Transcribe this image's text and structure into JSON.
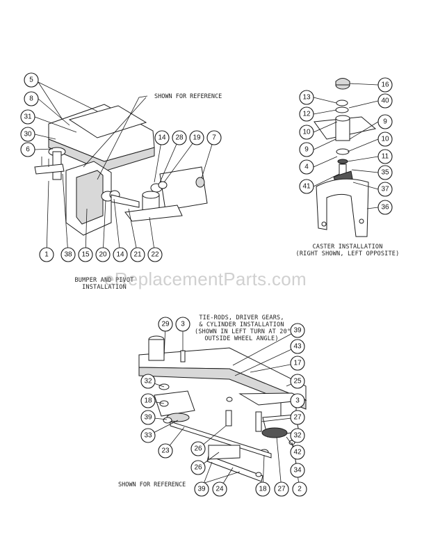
{
  "captions": {
    "bumper": "BUMPER AND PIVOT\nINSTALLATION",
    "caster": "CASTER INSTALLATION\n(RIGHT SHOWN, LEFT OPPOSITE)",
    "tierods": "TIE-RODS, DRIVER GEARS,\n& CYLINDER INSTALLATION\n(SHOWN IN LEFT TURN AT 20°\nOUTSIDE WHEEL ANGLE)",
    "ref_top": "SHOWN FOR REFERENCE",
    "ref_bottom": "SHOWN FOR REFERENCE"
  },
  "watermark": "eReplacementParts.com",
  "balloons": {
    "b5": "5",
    "b8": "8",
    "b31": "31",
    "b30": "30",
    "b6": "6",
    "b14a": "14",
    "b28": "28",
    "b19": "19",
    "b7": "7",
    "b1": "1",
    "b38": "38",
    "b15": "15",
    "b20": "20",
    "b14b": "14",
    "b21": "21",
    "b22": "22",
    "b16": "16",
    "b13": "13",
    "b40": "40",
    "b12": "12",
    "b10a": "10",
    "b9a": "9",
    "b9b": "9",
    "b10b": "10",
    "b4": "4",
    "b11": "11",
    "b41": "41",
    "b35": "35",
    "b37": "37",
    "b36": "36",
    "b29": "29",
    "b3a": "3",
    "b39a": "39",
    "b43": "43",
    "b17": "17",
    "b25": "25",
    "b32a": "32",
    "b18a": "18",
    "b39b": "39",
    "b33": "33",
    "b23": "23",
    "b3b": "3",
    "b27a": "27",
    "b32b": "32",
    "b26a": "26",
    "b26b": "26",
    "b42": "42",
    "b34": "34",
    "b39c": "39",
    "b24": "24",
    "b18b": "18",
    "b27b": "27",
    "b2": "2"
  }
}
